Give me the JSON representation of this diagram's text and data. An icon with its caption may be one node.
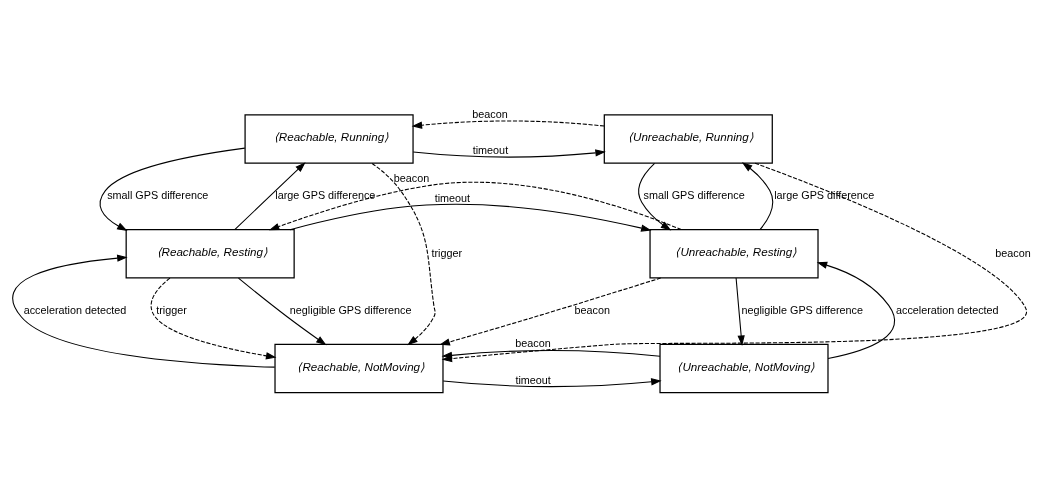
{
  "diagram": {
    "nodes": [
      {
        "text": [
          "⟨Reachable, Running⟩"
        ]
      },
      {
        "text": [
          "⟨Unreachable, Running⟩"
        ]
      },
      {
        "text": [
          "⟨Reachable, Resting⟩"
        ]
      },
      {
        "text": [
          "⟨Unreachable, Resting⟩"
        ]
      },
      {
        "text": [
          "⟨Reachable, NotMoving⟩"
        ]
      },
      {
        "text": [
          "⟨Unreachable, NotMoving⟩"
        ]
      }
    ],
    "edges": [
      {
        "from": 0,
        "to": 1,
        "arrow": "to",
        "label": "timeout"
      },
      {
        "from": 1,
        "to": 0,
        "arrow": "to",
        "label": "beacon",
        "style": "dashed"
      },
      {
        "from": 0,
        "to": 4,
        "arrow": "to",
        "label": "trigger",
        "style": "dashed"
      },
      {
        "from": 1,
        "to": 4,
        "arrow": "to",
        "label": "beacon",
        "style": "dashed"
      },
      {
        "from": 0,
        "to": 2,
        "arrow": "to",
        "label": "small GPS difference"
      },
      {
        "from": 2,
        "to": 0,
        "arrow": "to",
        "label": "large GPS difference"
      },
      {
        "from": 1,
        "to": 3,
        "arrow": "to",
        "label": "small GPS difference"
      },
      {
        "from": 3,
        "to": 1,
        "arrow": "to",
        "label": "large GPS difference"
      },
      {
        "from": 2,
        "to": 3,
        "arrow": "to",
        "label": "timeout"
      },
      {
        "from": 3,
        "to": 2,
        "arrow": "to",
        "label": "beacon",
        "style": "dashed"
      },
      {
        "from": 2,
        "to": 4,
        "arrow": "to",
        "label": "trigger",
        "style": "dashed"
      },
      {
        "from": 3,
        "to": 4,
        "arrow": "to",
        "label": "beacon",
        "style": "dashed"
      },
      {
        "from": 2,
        "to": 4,
        "arrow": "to",
        "label": "negligible GPS difference"
      },
      {
        "from": 4,
        "to": 2,
        "arrow": "to",
        "label": "acceleration detected"
      },
      {
        "from": 3,
        "to": 5,
        "arrow": "to",
        "label": "negligible GPS difference"
      },
      {
        "from": 5,
        "to": 3,
        "arrow": "to",
        "label": "acceleration detected"
      },
      {
        "from": 4,
        "to": 5,
        "arrow": "to",
        "label": "timeout"
      },
      {
        "from": 5,
        "to": 4,
        "arrow": "to",
        "label": "beacon"
      }
    ]
  }
}
